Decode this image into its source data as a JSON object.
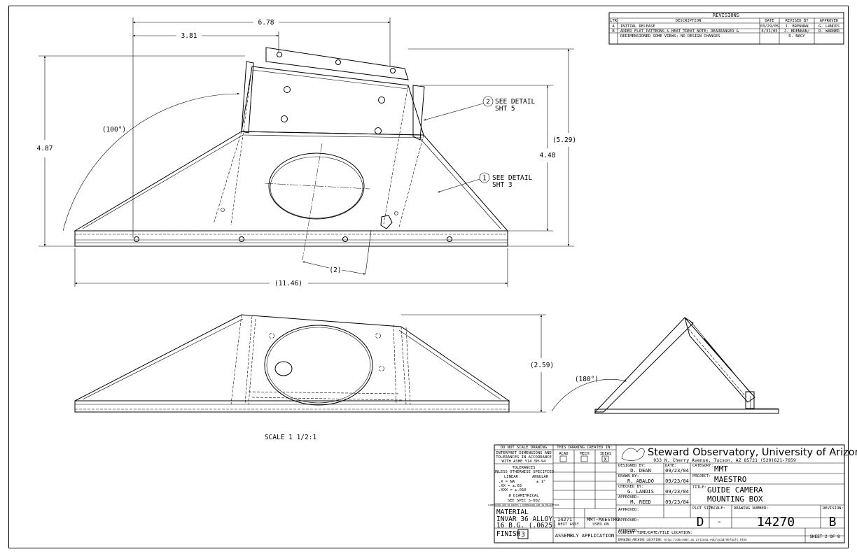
{
  "revisions": {
    "title": "REVISIONS",
    "headers": [
      "LTR",
      "DESCRIPTION",
      "DATE",
      "REVISED BY",
      "APPROVED"
    ],
    "rows": [
      {
        "ltr": "A",
        "desc1": "INITIAL RELEASE",
        "desc2": "",
        "date": "03/29/05",
        "by1": "J. BRENNAN",
        "by2": "",
        "approved": "G. LANDIS"
      },
      {
        "ltr": "B",
        "desc1": "ADDED FLAT PATTERNS & HEAT TREAT NOTE; REARRANGED &",
        "desc2": "REDIMENSIONED SOME VIEWS; NO DESIGN CHANGES",
        "date": "6/31/05",
        "by1": "J. BRENNAN/",
        "by2": "R. NAGY",
        "approved": "R. WARNER"
      }
    ]
  },
  "dimensions": {
    "d678": "6.78",
    "d381": "3.81",
    "d487": "4.87",
    "d448": "4.48",
    "d529": "(5.29)",
    "d100": "(100°)",
    "d2": "(2)",
    "d1146": "(11.46)",
    "d259": "(2.59)",
    "d180": "(180°)"
  },
  "callouts": [
    {
      "num": "2",
      "line1": "SEE DETAIL",
      "line2": "SHT 5"
    },
    {
      "num": "1",
      "line1": "SEE DETAIL",
      "line2": "SHT 3"
    }
  ],
  "scale_note": "SCALE 1 1/2:1",
  "notes": {
    "do_not_scale": "DO NOT SCALE DRAWING",
    "interpret1": "INTERPRET DIMENSIONS AND",
    "interpret2": "TOLERANCES IN ACCORDANCE",
    "interpret3": "WITH ASME Y14.5M-94",
    "tolerances": "TOLERANCES",
    "unless": "UNLESS OTHERWISE SPECIFIED",
    "linear": "LINEAR",
    "angular": "ANGULAR",
    "tol1": ".X   = NA",
    "tol2": ".XX  = ±.03",
    "tol3": ".XXX = ±.010",
    "ang_tol": "± 1°",
    "diametrical": "Ø DIAMETRICAL",
    "see_spec": "SEE SPEC S-002",
    "dims_in": "DIMENSIONS ARE IN INCHES | DIMENSIONS ARE IN MILLIMETERS",
    "created_in": "THIS DRAWING CREATED IN:",
    "sw": [
      "ACAD",
      "MECH",
      "IDEAS"
    ],
    "sw_check": "X"
  },
  "material": {
    "label": "MATERIAL",
    "line1": "INVAR 36 ALLOY,",
    "line2": "16 B.G. (.0625)",
    "finish_label": "FINISH",
    "finish_num": "3"
  },
  "assembly": {
    "next_assy": "14271",
    "used_on": "MMT-MAESTRO",
    "next_label": "NEXT ASSY",
    "used_label": "USED ON",
    "app_label": "ASSEMBLY APPLICATION"
  },
  "titleblock": {
    "org": "Steward Observatory, University of Arizona",
    "address": "933 N. Cherry Avenue, Tucson, AZ  85721   (520)621-7659",
    "designed_label": "DESIGNED BY:",
    "designed_by": "D. DEAN",
    "date_label": "DATE:",
    "designed_date": "09/23/04",
    "drawn_label": "DRAWN BY:",
    "drawn_by": "R. ABALDO",
    "drawn_date": "09/23/04",
    "checked_label": "CHECKED BY:",
    "checked_by": "G. LANDIS",
    "checked_date": "09/23/04",
    "approved_label": "APPROVED:",
    "approved_by": "M. REED",
    "approved_date": "09/23/04",
    "approved2_label": "APPROVED:",
    "approved3_label": "APPROVED:",
    "approved4_label": "APPROVED:",
    "category_label": "CATEGORY:",
    "category": "MMT",
    "project_label": "PROJECT:",
    "project": "MAESTRO",
    "title_label": "TITLE:",
    "title1": "GUIDE CAMERA",
    "title2": "MOUNTING BOX",
    "plot_size_label": "PLOT SIZE",
    "plot_size": "D",
    "scale_label": "SCALE:",
    "scale": "-",
    "dwg_label": "DRAWING NUMBER:",
    "dwg_number": "14270",
    "rev_label": "REVISION:",
    "revision": "B",
    "current_label": "CURRENT TIME/DATE/FILE LOCATION:",
    "archive_label": "DRAWING ARCHIVE LOCATION: http://dev/mmt.as.arizona.edu/acad/default.html",
    "sheet": "SHEET 2 OF 8"
  }
}
